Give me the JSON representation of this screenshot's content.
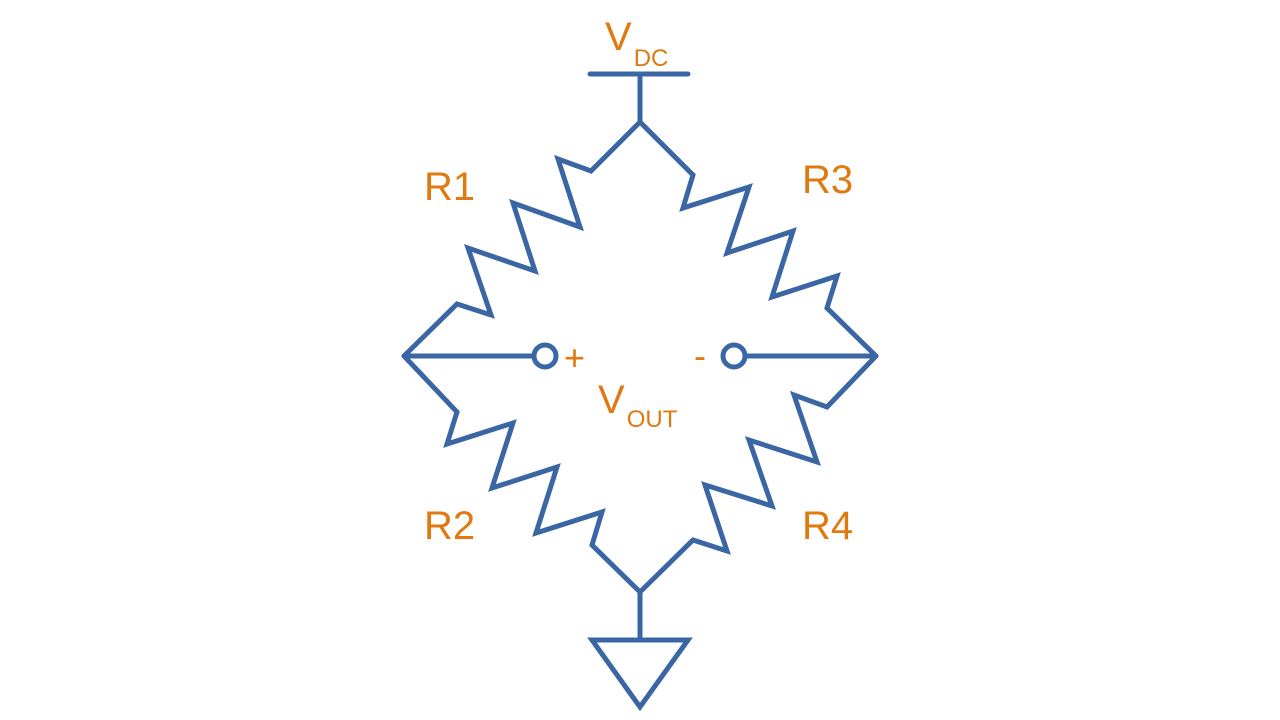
{
  "diagram": {
    "title": "Wheatstone bridge",
    "supply": {
      "main": "V",
      "sub": "DC"
    },
    "output": {
      "main": "V",
      "sub": "OUT",
      "plus": "+",
      "minus": "-"
    },
    "resistors": [
      "R1",
      "R2",
      "R3",
      "R4"
    ],
    "colors": {
      "wire": "#3a67a3",
      "label": "#e07a10",
      "background": "#ffffff"
    }
  }
}
